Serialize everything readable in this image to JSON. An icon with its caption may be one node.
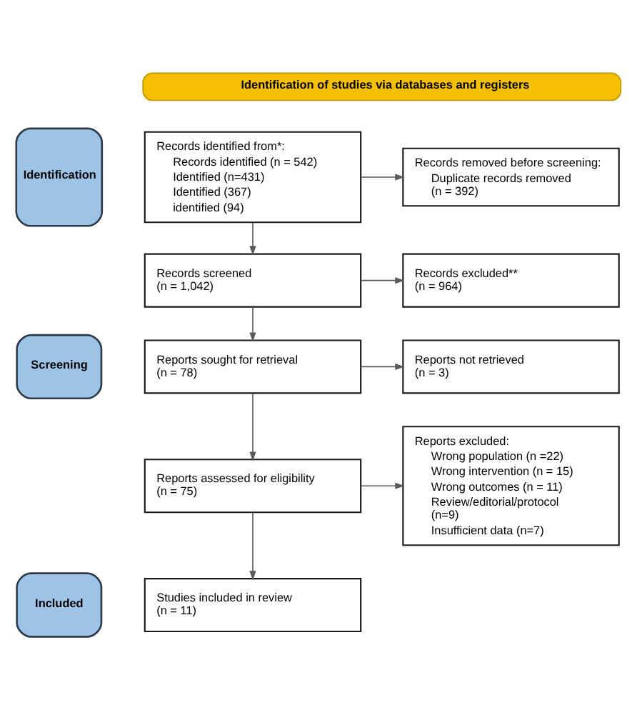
{
  "diagram": {
    "nodes": [
      {
        "text": [
          "Identification of studies via databases and registers"
        ]
      },
      {
        "text": [
          "Identification"
        ]
      },
      {
        "text": [
          "Records identified from*:",
          "Records identified (n = 542)",
          "Identified (n=431)",
          "Identified (367)",
          "identified (94)"
        ]
      },
      {
        "text": [
          "Records removed before screening:",
          "Duplicate records removed (n = 392)"
        ]
      },
      {
        "text": [
          "Screening"
        ]
      },
      {
        "text": [
          "Records screened (n = 1,042)"
        ]
      },
      {
        "text": [
          "Records excluded** (n = 964)"
        ]
      },
      {
        "text": [
          "Reports sought for retrieval (n = 78)"
        ]
      },
      {
        "text": [
          "Reports not retrieved (n = 3)"
        ]
      },
      {
        "text": [
          "Reports assessed for eligibility (n = 75)"
        ]
      },
      {
        "text": [
          "Reports excluded:",
          "Wrong population (n =22)",
          "Wrong intervention (n = 15)",
          "Wrong outcomes (n = 11)",
          "Review/editorial/protocol (n=9)",
          "Insufficient data (n=7)"
        ]
      },
      {
        "text": [
          "Included"
        ]
      },
      {
        "text": [
          "Studies included in review (n = 11)"
        ]
      }
    ],
    "edges": [
      {
        "from": 2,
        "to": 3,
        "arrow": "to"
      },
      {
        "from": 2,
        "to": 5,
        "arrow": "to"
      },
      {
        "from": 5,
        "to": 6,
        "arrow": "to"
      },
      {
        "from": 5,
        "to": 7,
        "arrow": "to"
      },
      {
        "from": 7,
        "to": 8,
        "arrow": "to"
      },
      {
        "from": 7,
        "to": 9,
        "arrow": "to"
      },
      {
        "from": 9,
        "to": 10,
        "arrow": "to"
      },
      {
        "from": 9,
        "to": 12,
        "arrow": "to"
      }
    ]
  }
}
